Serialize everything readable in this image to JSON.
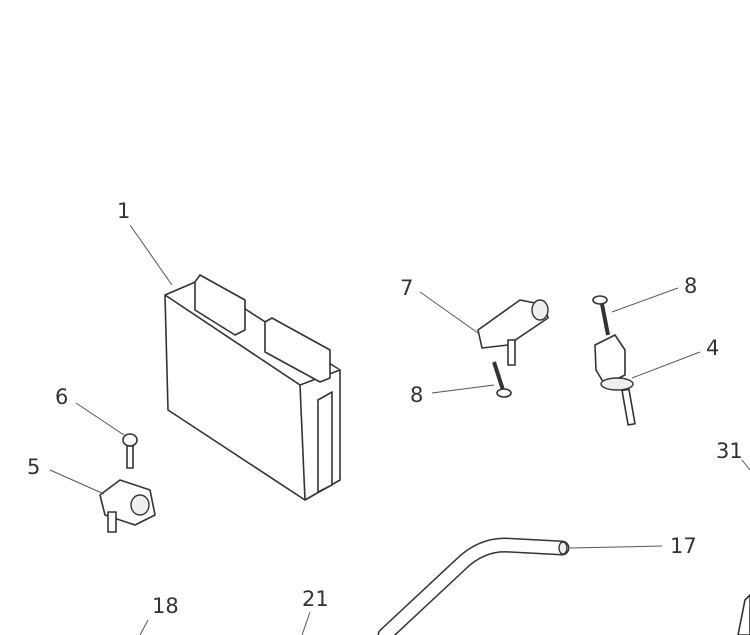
{
  "callouts": {
    "ecu": "1",
    "sensor_7": "7",
    "screw_8_upper": "8",
    "screw_8_lower": "8",
    "sensor_4": "4",
    "bolt_6": "6",
    "sensor_5": "5",
    "part_31": "31",
    "pipe_17": "17",
    "part_18": "18",
    "part_21": "21"
  }
}
